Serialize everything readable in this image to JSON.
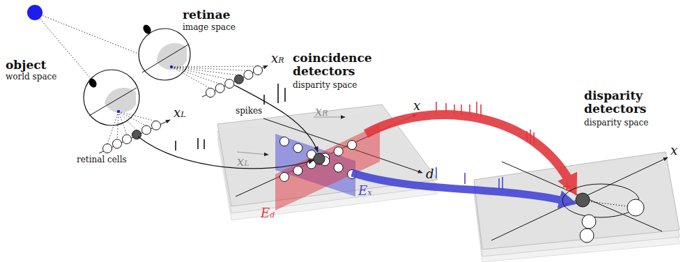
{
  "diagram": {
    "labels": [
      "object",
      "world space",
      "retinae",
      "image space",
      "coincidence detectors",
      "disparity space",
      "disparity detectors",
      "disparity space",
      "retinal cells",
      "spikes",
      "xR",
      "xL",
      "xR",
      "xL",
      "x",
      "d",
      "Ed",
      "Ex",
      "x",
      "+",
      "-"
    ]
  }
}
